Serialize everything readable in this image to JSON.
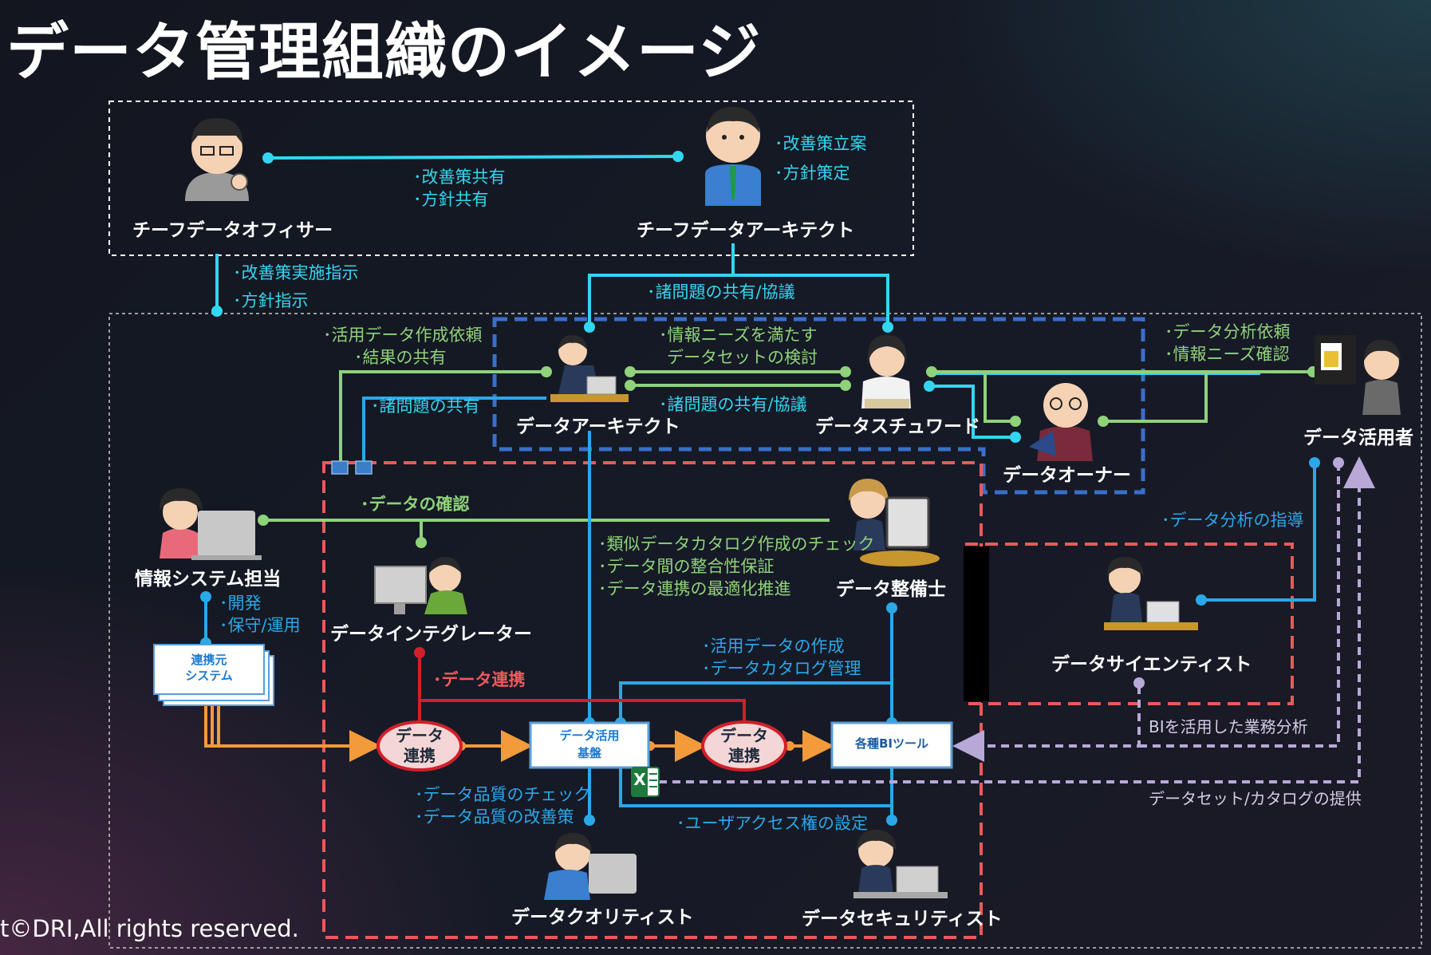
{
  "title": "データ管理組織のイメージ",
  "copyright": "t©DRI,All rights reserved.",
  "roles": {
    "cdo": "チーフデータオフィサー",
    "cda": "チーフデータアーキテクト",
    "architect": "データアーキテクト",
    "steward": "データスチュワード",
    "owner": "データオーナー",
    "user": "データ活用者",
    "infosys": "情報システム担当",
    "integrator": "データインテグレーター",
    "preparer": "データ整備士",
    "scientist": "データサイエンティスト",
    "quality": "データクオリティスト",
    "security": "データセキュリティスト"
  },
  "notes": {
    "cda_tasks_1": "･改善策立案",
    "cda_tasks_2": "･方針策定",
    "share_1": "･改善策共有",
    "share_2": "･方針共有",
    "instruct_1": "･改善策実施指示",
    "instruct_2": "･方針指示",
    "discuss_top": "･諸問題の共有/協議",
    "request_1": "･活用データ作成依頼",
    "request_2": "･結果の共有",
    "needs_1": "･情報ニーズを満たす",
    "needs_2": "データセットの検討",
    "discuss_mid": "･諸問題の共有/協議",
    "issues_share": "･諸問題の共有",
    "analysis_1": "･データ分析依頼",
    "analysis_2": "･情報ニーズ確認",
    "confirm": "･データの確認",
    "catalog_1": "･類似データカタログ作成のチェック",
    "catalog_2": "･データ間の整合性保証",
    "catalog_3": "･データ連携の最適化推進",
    "dev": "･開発",
    "ops": "･保守/運用",
    "guidance": "･データ分析の指導",
    "create_1": "･活用データの作成",
    "create_2": "･データカタログ管理",
    "linkage": "･データ連携",
    "quality_1": "･データ品質のチェック",
    "quality_2": "･データ品質の改善策",
    "access": "･ユーザアクセス権の設定",
    "bi_analysis": "BIを活用した業務分析",
    "provide": "データセット/カタログの提供"
  },
  "nodes": {
    "source": "連携元\nシステム",
    "link1_a": "データ",
    "link1_b": "連携",
    "platform_a": "データ活用",
    "platform_b": "基盤",
    "link2_a": "データ",
    "link2_b": "連携",
    "bi_tools": "各種BIツール",
    "excel": "X"
  },
  "colors": {
    "cyan": "#33d6f0",
    "green": "#8fd27a",
    "blue": "#2aa8e8",
    "red": "#d21f2a",
    "orange": "#f39a3a",
    "lavender": "#b8a8d8",
    "dashed_blue": "#3a6fc8",
    "dashed_red": "#e85a5a"
  }
}
